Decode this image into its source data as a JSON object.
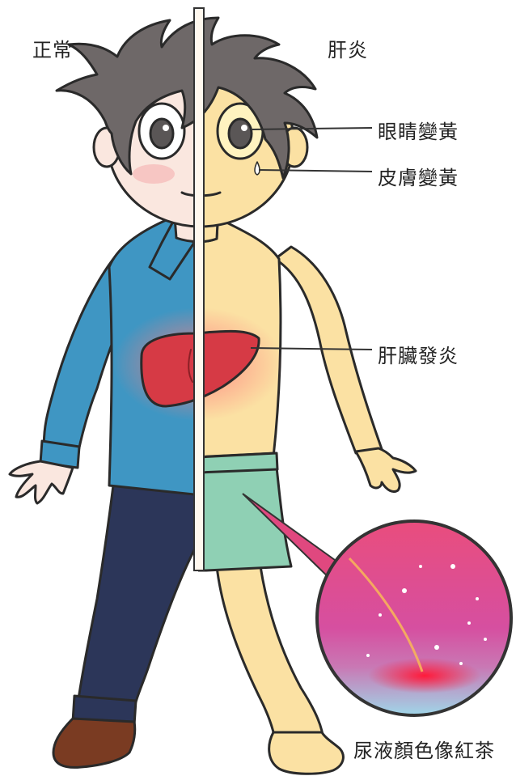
{
  "labels": {
    "normal": "正常",
    "hepatitis": "肝炎",
    "eyes": "眼睛變黃",
    "skin": "皮膚變黃",
    "liver": "肝臟發炎",
    "urine": "尿液顏色像紅茶"
  },
  "colors": {
    "skin_normal": "#fae7df",
    "skin_jaundice": "#fbe1a3",
    "shirt": "#3f96c3",
    "jeans": "#2c3659",
    "shorts": "#8fd0b4",
    "liver": "#d63a45",
    "hair": "#6e6868",
    "urine_bubble_top": "#e0487f",
    "urine_bubble_bottom": "#9fd6e8"
  }
}
